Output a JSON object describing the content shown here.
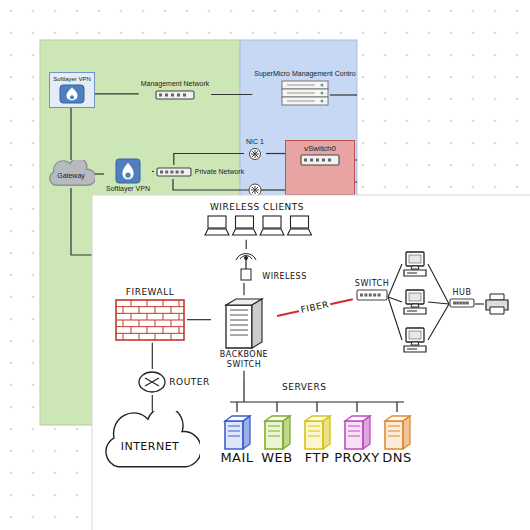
{
  "diagram": {
    "nodes": [
      {
        "text": [
          "Softlayer VPN"
        ]
      },
      {
        "text": [
          "Management Network"
        ]
      },
      {
        "text": [
          "SuperMicro Management Contro"
        ]
      },
      {
        "text": [
          "Gateway"
        ]
      },
      {
        "text": [
          "Softlayer VPN"
        ]
      },
      {
        "text": [
          "Private Network"
        ]
      },
      {
        "text": [
          "NIC 1"
        ]
      },
      {
        "text": [
          "vSwitch0"
        ]
      },
      {
        "text": [
          "WIRELESS CLIENTS"
        ]
      },
      {
        "text": [
          "WIRELESS"
        ]
      },
      {
        "text": [
          "FIREWALL"
        ]
      },
      {
        "text": [
          "BACKBONE SWITCH"
        ]
      },
      {
        "text": [
          "SWITCH"
        ]
      },
      {
        "text": [
          "HUB"
        ]
      },
      {
        "text": [
          "ROUTER"
        ]
      },
      {
        "text": [
          "INTERNET"
        ]
      },
      {
        "text": [
          "SERVERS"
        ]
      },
      {
        "text": [
          "MAIL"
        ],
        "in": 16
      },
      {
        "text": [
          "WEB"
        ],
        "in": 16
      },
      {
        "text": [
          "FTP"
        ],
        "in": 16
      },
      {
        "text": [
          "PROXY"
        ],
        "in": 16
      },
      {
        "text": [
          "DNS"
        ],
        "in": 16
      }
    ],
    "edges": [
      {
        "from": 0,
        "to": 1,
        "arrow": "none"
      },
      {
        "from": 1,
        "to": 2,
        "arrow": "none"
      },
      {
        "from": 0,
        "to": 3,
        "arrow": "none"
      },
      {
        "from": 3,
        "to": 4,
        "arrow": "none"
      },
      {
        "from": 4,
        "to": 5,
        "arrow": "none"
      },
      {
        "from": 5,
        "to": 6,
        "arrow": "none"
      },
      {
        "from": 6,
        "to": 7,
        "arrow": "none"
      },
      {
        "from": 8,
        "to": 9,
        "arrow": "none"
      },
      {
        "from": 9,
        "to": 11,
        "arrow": "none"
      },
      {
        "from": 10,
        "to": 11,
        "arrow": "none"
      },
      {
        "from": 11,
        "to": 12,
        "label": "FIBER",
        "arrow": "none"
      },
      {
        "from": 10,
        "to": 14,
        "arrow": "none"
      },
      {
        "from": 14,
        "to": 15,
        "arrow": "none"
      },
      {
        "from": 11,
        "to": 16,
        "arrow": "none"
      }
    ]
  }
}
